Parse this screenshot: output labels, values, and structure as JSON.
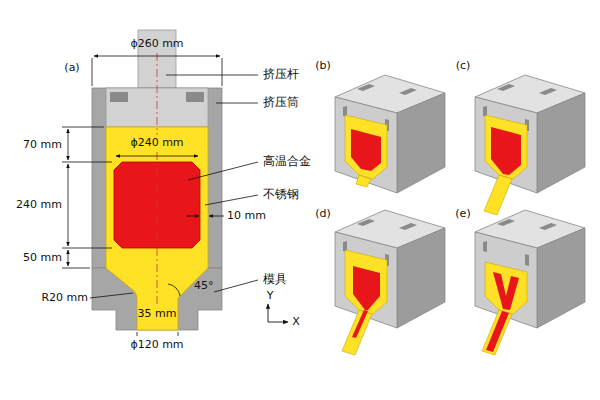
{
  "diagram": {
    "labels": [
      "(a)",
      "ϕ260 mm",
      "挤压杆",
      "挤压筒",
      "70 mm",
      "ϕ240 mm",
      "高温合金",
      "240 mm",
      "不锈钢",
      "10 mm",
      "50 mm",
      "模具",
      "45°",
      "R20 mm",
      "35 mm",
      "ϕ120 mm",
      "Y",
      "X",
      "(b)",
      "(c)",
      "(d)",
      "(e)"
    ]
  }
}
